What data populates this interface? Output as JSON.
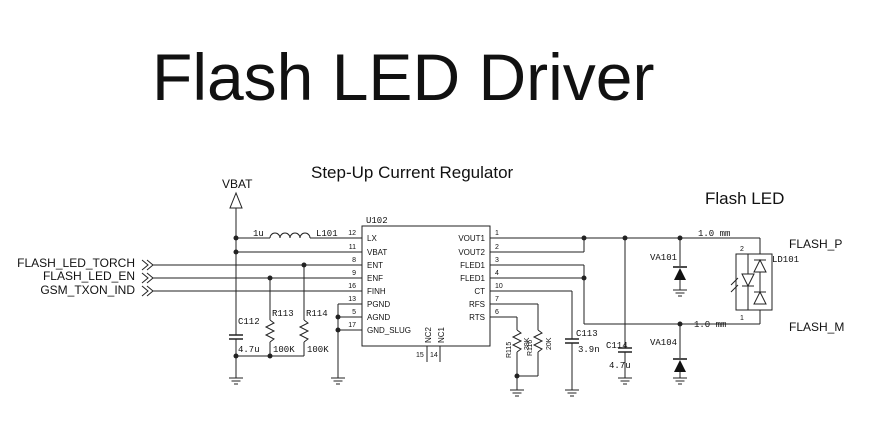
{
  "title": "Flash LED Driver",
  "subtitle": "Step-Up Current Regulator",
  "flash_led_heading": "Flash LED",
  "vbat_label": "VBAT",
  "ic": {
    "ref": "U102",
    "left_pins": [
      {
        "name": "LX",
        "num": "12"
      },
      {
        "name": "VBAT",
        "num": "11"
      },
      {
        "name": "ENT",
        "num": "8"
      },
      {
        "name": "ENF",
        "num": "9"
      },
      {
        "name": "FINH",
        "num": "16"
      },
      {
        "name": "PGND",
        "num": "13"
      },
      {
        "name": "AGND",
        "num": "5"
      },
      {
        "name": "GND_SLUG",
        "num": "17"
      }
    ],
    "right_pins": [
      {
        "name": "VOUT1",
        "num": "1"
      },
      {
        "name": "VOUT2",
        "num": "2"
      },
      {
        "name": "FLED1",
        "num": "3"
      },
      {
        "name": "FLED1",
        "num": "4"
      },
      {
        "name": "CT",
        "num": "10"
      },
      {
        "name": "RFS",
        "num": "7"
      },
      {
        "name": "RTS",
        "num": "6"
      }
    ],
    "bottom_pins": [
      {
        "name": "NC2",
        "num": "15"
      },
      {
        "name": "NC1",
        "num": "14"
      }
    ]
  },
  "signals": [
    "FLASH_LED_TORCH",
    "FLASH_LED_EN",
    "GSM_TXON_IND"
  ],
  "components": {
    "inductor_value": "1u",
    "inductor_ref": "L101",
    "c112_ref": "C112",
    "c112_value": "4.7u",
    "r113_ref": "R113",
    "r113_value": "100K",
    "r114_ref": "R114",
    "r114_value": "100K",
    "r115_ref": "R115",
    "r115_value": "39K",
    "r116_ref": "R116",
    "r116_value": "20K",
    "c113_ref": "C113",
    "c113_value": "3.9n",
    "c114_ref": "C114",
    "c114_value": "4.7u",
    "va101_ref": "VA101",
    "va104_ref": "VA104",
    "ld101_ref": "LD101",
    "ld_pin_top": "2",
    "ld_pin_bottom": "1",
    "trace_top": "1.0 mm",
    "trace_bottom": "1.0 mm"
  },
  "nets": {
    "flash_p": "FLASH_P",
    "flash_m": "FLASH_M"
  }
}
